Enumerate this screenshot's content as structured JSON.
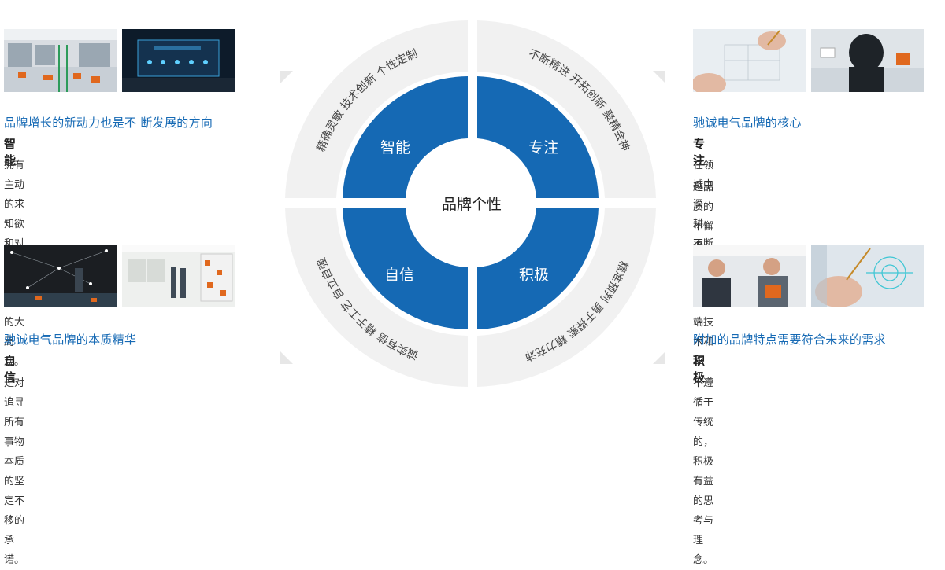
{
  "center": {
    "label": "品牌个性",
    "quadrants": [
      {
        "name": "智能",
        "ring_text": "精确灵敏 技术创新 个性定制"
      },
      {
        "name": "专注",
        "ring_text": "不断精进 开拓创新 聚精会神"
      },
      {
        "name": "自信",
        "ring_text": "诚实有信 精于工艺 自立自强"
      },
      {
        "name": "积极",
        "ring_text": "精准预判 勇于探索 精力充沛"
      }
    ]
  },
  "left_top": {
    "title": "品牌增长的新动力也是不 断发展的方向",
    "subtitle": "智能",
    "desc": "拥有主动的求知欲和对整个企业形态的大局观。"
  },
  "left_bottom": {
    "title": "驰诚电气品牌的本质精华",
    "subtitle": "自信",
    "desc": "是对追寻所有事物本质的坚定不移的承诺。"
  },
  "right_top": {
    "title": "驰诚电气品牌的核心",
    "subtitle": "专注",
    "desc_line1": "在领域中深耕，不断精进，对尖端技术和卓",
    "desc_line2": "越品质的不懈追求。"
  },
  "right_bottom": {
    "title": "附加的品牌特点需要符合未来的需求",
    "subtitle": "积极",
    "desc": "不遵循于传统的，积极有益的思考与理念。"
  },
  "colors": {
    "accent": "#1569b4",
    "ring": "#f1f1f1",
    "text": "#333333"
  }
}
